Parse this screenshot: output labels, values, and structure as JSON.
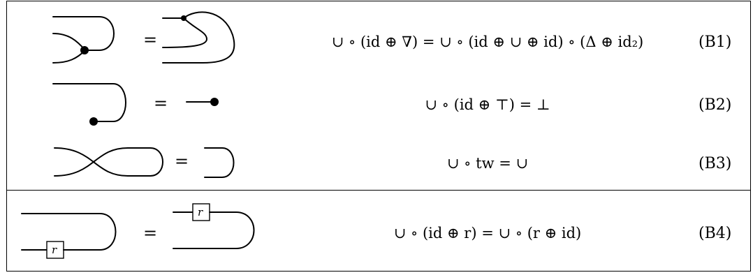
{
  "rows": [
    {
      "id": "B1",
      "formula": "∪ ∘ (id ⊕ ∇) = ∪ ∘ (id ⊕ ∪ ⊕ id) ∘ (Δ ⊕ id₂)",
      "tag": "(B1)"
    },
    {
      "id": "B2",
      "formula": "∪ ∘ (id ⊕ ⊤) = ⊥",
      "tag": "(B2)"
    },
    {
      "id": "B3",
      "formula": "∪ ∘ tw = ∪",
      "tag": "(B3)"
    },
    {
      "id": "B4",
      "formula": "∪ ∘ (id ⊕ r) = ∪ ∘ (r ⊕ id)",
      "tag": "(B4)"
    }
  ],
  "equals_sign": "=",
  "box_label": "r"
}
